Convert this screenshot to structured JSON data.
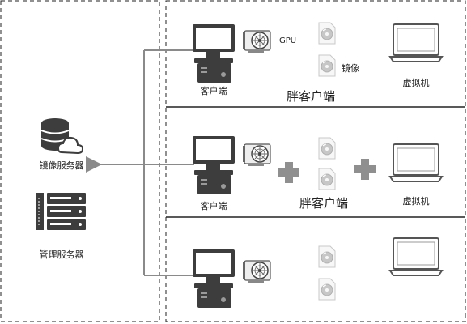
{
  "left_panel": {
    "image_server_label": "镜像服务器",
    "management_server_label": "管理服务器"
  },
  "rows": [
    {
      "client_label": "客户端",
      "gpu_label": "GPU",
      "image_label": "镜像",
      "fat_client_label": "胖客户端",
      "vm_label": "虚拟机"
    },
    {
      "client_label": "客户端",
      "fat_client_label": "胖客户端",
      "vm_label": "虚拟机"
    },
    {}
  ],
  "colors": {
    "border": "#222222",
    "icon_dark": "#3d3d3d",
    "arrow": "#8a8a8a",
    "plus": "#8f8f8f",
    "disc": "#bdbdbd"
  },
  "icons": [
    "database-cloud-icon",
    "server-rack-icon",
    "desktop-computer-icon",
    "graphics-card-icon",
    "disc-image-icon",
    "laptop-icon",
    "plus-icon",
    "arrow-left-icon"
  ]
}
